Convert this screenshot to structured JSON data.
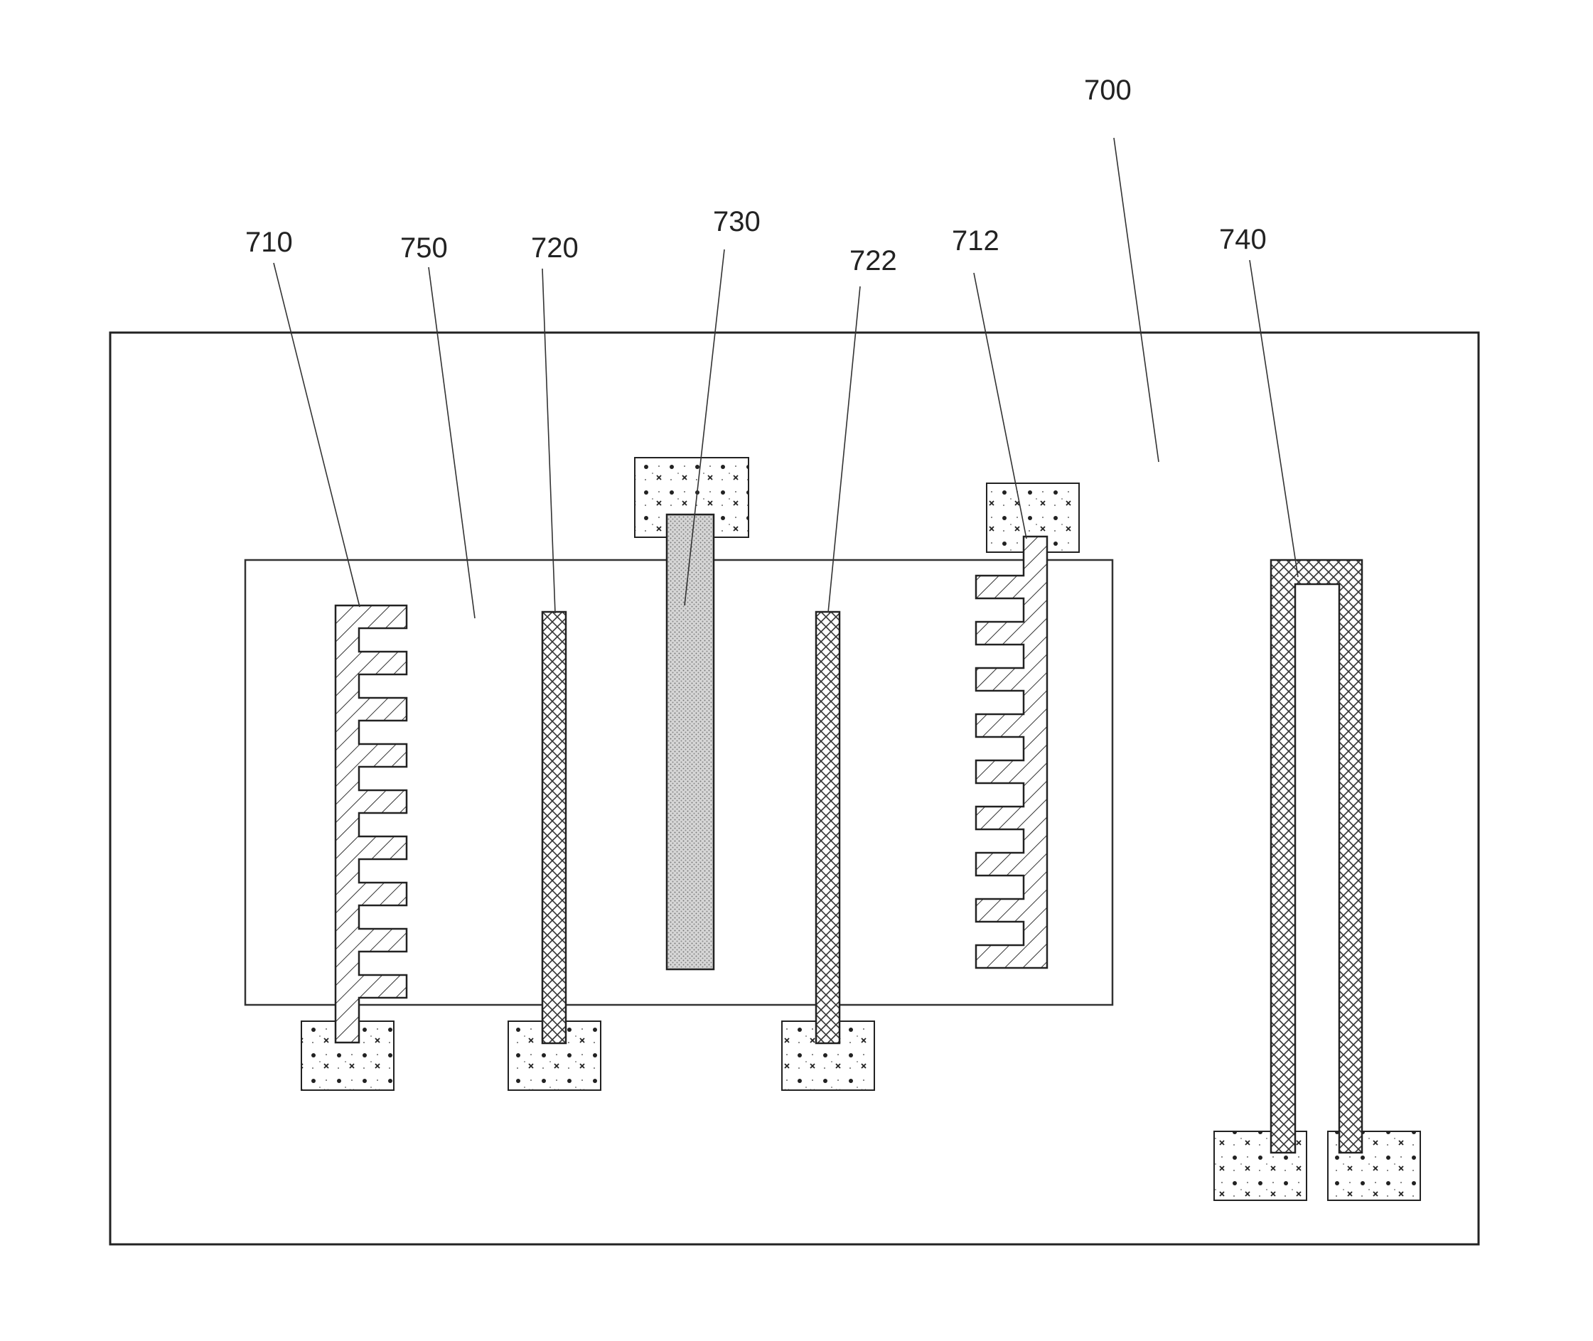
{
  "figure": {
    "labels": {
      "substrate": "700",
      "heater_comb_left": "710",
      "heater_comb_right": "712",
      "electrode_left": "720",
      "electrode_right": "722",
      "sensing_strip": "730",
      "u_heater": "740",
      "active_region": "750"
    }
  }
}
